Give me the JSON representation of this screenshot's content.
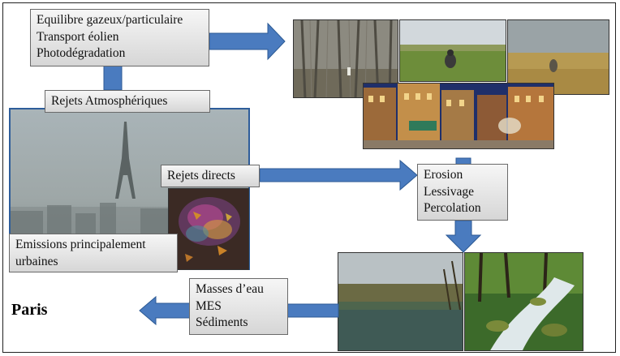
{
  "boxes": {
    "processes": [
      "Equilibre gazeux/particulaire",
      "Transport éolien",
      "Photodégradation"
    ],
    "atmospheric": "Rejets Atmosphériques",
    "direct": "Rejets directs",
    "soil": [
      "Erosion",
      "Lessivage",
      "Percolation"
    ],
    "emissions": [
      "Emissions principalement",
      "urbaines"
    ],
    "water": [
      "Masses d’eau",
      "MES",
      "Sédiments"
    ]
  },
  "destination": "Paris",
  "colors": {
    "arrow": "#4a7bbf",
    "arrow_stroke": "#2c5a94",
    "box_border": "#6a6a6a"
  },
  "photos": [
    "bare-forest-photo",
    "field-sampling-photo",
    "wheat-stubble-photo",
    "city-street-night-photo",
    "paris-haze-photo",
    "oil-sheen-puddle-photo",
    "river-photo",
    "stream-cascade-photo"
  ]
}
